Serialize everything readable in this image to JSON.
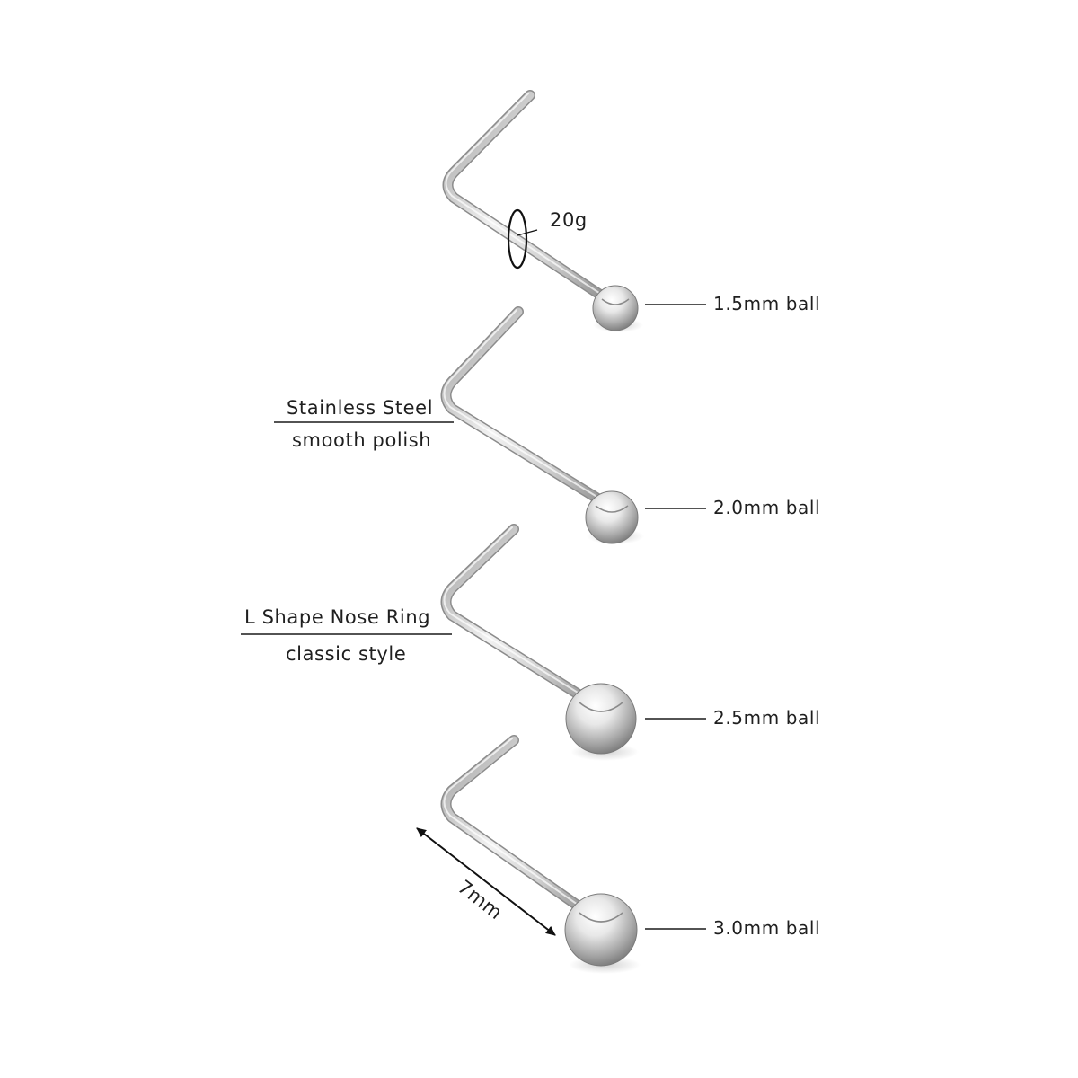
{
  "colors": {
    "background": "#ffffff",
    "steel_light": "#f4f4f4",
    "steel_mid": "#c9c9c9",
    "steel_dark": "#8e8e8e",
    "text": "#1f1f1f"
  },
  "gauge": {
    "label": "20g"
  },
  "length": {
    "label": "7mm"
  },
  "materials": {
    "line1": "Stainless Steel",
    "line2": "smooth polish"
  },
  "shape": {
    "line1": "L Shape Nose Ring",
    "line2": "classic style"
  },
  "rings": [
    {
      "ball_label": "1.5mm ball"
    },
    {
      "ball_label": "2.0mm ball"
    },
    {
      "ball_label": "2.5mm ball"
    },
    {
      "ball_label": "3.0mm ball"
    }
  ]
}
